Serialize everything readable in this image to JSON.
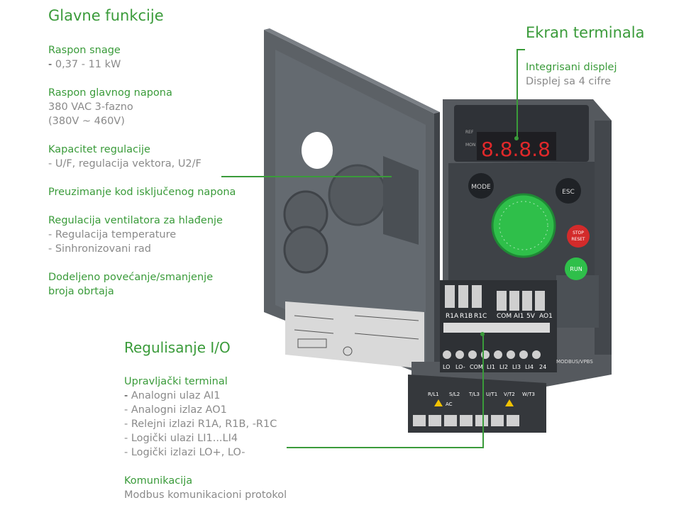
{
  "left": {
    "title": "Glavne funkcije",
    "power_range_title": "Raspon snage",
    "power_range_value": "0,37 - 11 kW",
    "voltage_title": "Raspon glavnog napona",
    "voltage_line1": "380 VAC 3-fazno",
    "voltage_line2": "(380V ~ 460V)",
    "regulation_title": "Kapacitet regulacije",
    "regulation_value": "- U/F, regulacija vektora, U2/F",
    "power_loss_title": "Preuzimanje kod isključenog napona",
    "fan_title": "Regulacija ventilatora za hlađenje",
    "fan_line1": "- Regulacija temperature",
    "fan_line2": "- Sinhronizovani rad",
    "speed_title_line1": "Dodeljeno povećanje/smanjenje",
    "speed_title_line2": "broja obrtaja"
  },
  "right": {
    "title": "Ekran terminala",
    "display_title": "Integrisani displej",
    "display_value": "Displej sa 4 cifre"
  },
  "io": {
    "title": "Regulisanje I/O",
    "terminal_title": "Upravljački terminal",
    "item1": "Analogni ulaz AI1",
    "item2": "- Analogni izlaz AO1",
    "item3": "- Relejni izlazi R1A, R1B, -R1C",
    "item4": "- Logički ulazi LI1...LI4",
    "item5": "- Logički izlazi LO+, LO-",
    "comm_title": "Komunikacija",
    "comm_value": "Modbus komunikacioni protokol"
  },
  "device": {
    "display_digits": "8.8.8.8",
    "mode_label": "MODE",
    "esc_label": "ESC",
    "stop_label": "STOP",
    "reset_label": "RESET",
    "run_label": "RUN",
    "ref_label": "REF",
    "mon_label": "MON",
    "relay_terminals": [
      "R1A",
      "R1B",
      "R1C"
    ],
    "top_terminals": [
      "COM",
      "AI1",
      "5V",
      "AO1"
    ],
    "bottom_terminals": [
      "LO",
      "LO-",
      "COM",
      "LI1",
      "LI2",
      "LI3",
      "LI4",
      "24"
    ],
    "power_terminals": [
      "R/L1",
      "S/L2",
      "T/L3",
      "U/T1",
      "V/T2",
      "W/T3"
    ],
    "ac_label": "AC",
    "modbus_label": "MODBUS/VPBS"
  },
  "colors": {
    "accent_green": "#3a9b3a",
    "text_grey": "#8a8a8a",
    "housing": "#5c6166",
    "housing_dark": "#3f4348",
    "knob_green": "#2fbf4a",
    "led_red": "#e0282a",
    "stop_red": "#d32b2b"
  }
}
